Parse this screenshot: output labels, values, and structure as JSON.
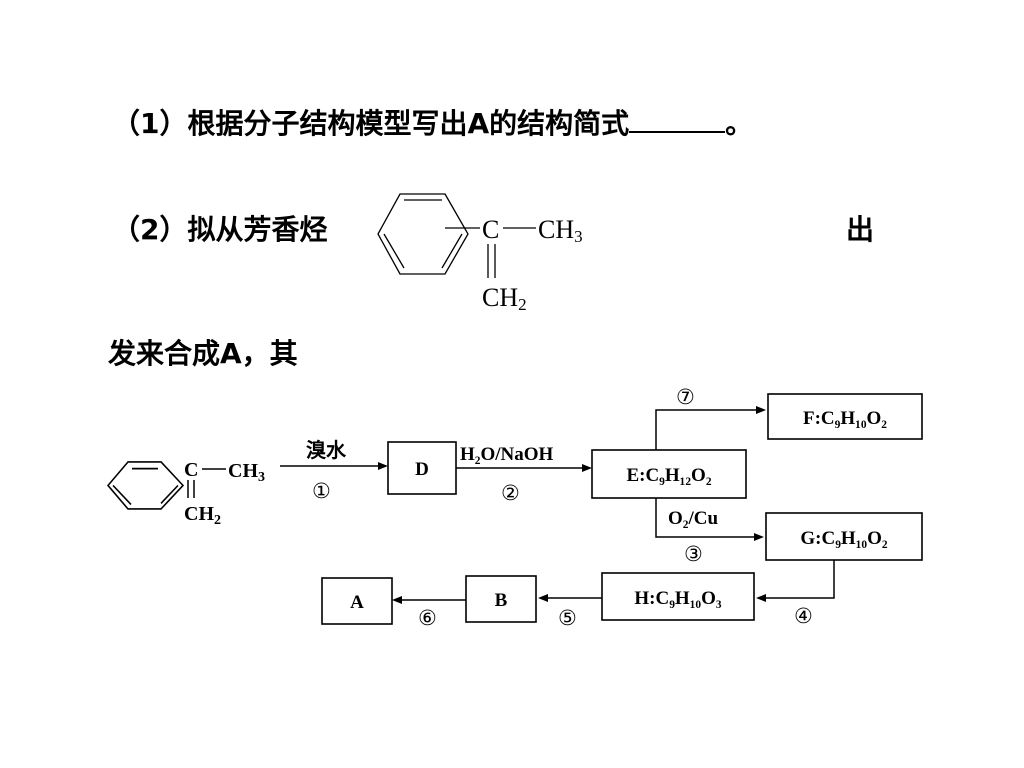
{
  "question": {
    "line1": "（1）根据分子结构模型写出A的结构简式",
    "line1_end": "。",
    "line2_start": "（2）拟从芳香烃",
    "line2_end": "出",
    "line3": "发来合成A，其"
  },
  "structure": {
    "c": "C",
    "ch": "CH",
    "sub3": "3",
    "sub2": "2"
  },
  "scheme": {
    "reagents": {
      "step1_top": "溴水",
      "step2_top": "H₂O/NaOH",
      "step3_mid": "O₂/Cu"
    },
    "step_numbers": [
      "①",
      "②",
      "③",
      "④",
      "⑤",
      "⑥",
      "⑦"
    ],
    "boxes": {
      "D": "D",
      "E": "E:C₉H₁₂O₂",
      "F": "F:C₉H₁₀O₂",
      "G": "G:C₉H₁₀O₂",
      "H": "H:C₉H₁₀O₃",
      "B": "B",
      "A": "A"
    }
  }
}
